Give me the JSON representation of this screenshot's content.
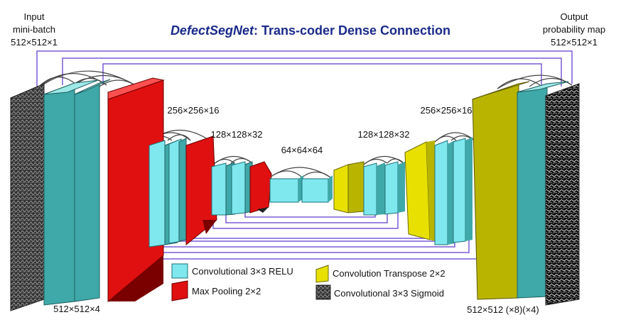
{
  "title": {
    "italic": "DefectSegNet",
    "rest": ": Trans-coder Dense Connection"
  },
  "input_label": [
    "Input",
    "mini-batch",
    "512×512×1"
  ],
  "output_label": [
    "Output",
    "probability map",
    "512×512×1"
  ],
  "dims": {
    "enc1": "512×512×4",
    "enc2": "256×256×16",
    "enc3": "128×128×32",
    "bottleneck": "64×64×64",
    "dec3": "128×128×32",
    "dec2": "256×256×16",
    "dec1": "512×512 (×8)(×4)"
  },
  "legend": {
    "conv_relu": "Convolutional 3×3 RELU",
    "maxpool": "Max Pooling 2×2",
    "conv_transpose": "Convolution Transpose 2×2",
    "conv_sigmoid": "Convolutional 3×3 Sigmoid"
  },
  "colors": {
    "teal": "#3fa8a8",
    "cyan": "#7fe8ee",
    "red": "#e01010",
    "yellow": "#e8e000",
    "olive": "#b8b400",
    "line": "#7a5cd6",
    "title": "#1a2a8a"
  }
}
